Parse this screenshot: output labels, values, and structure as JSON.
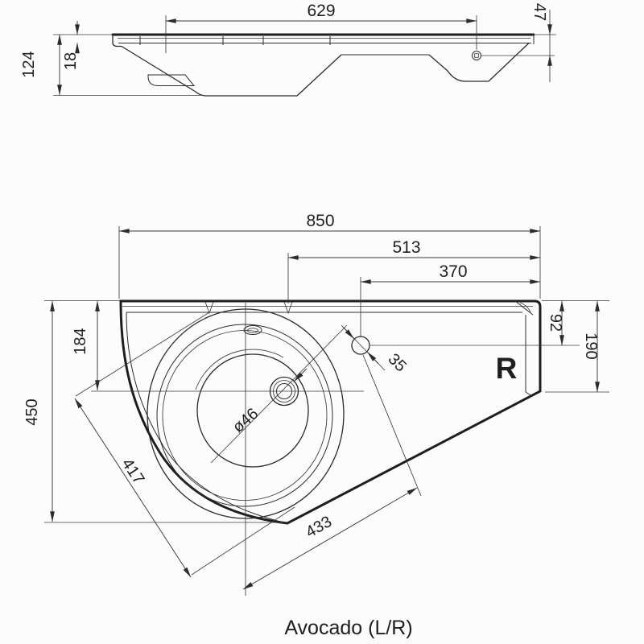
{
  "title": "Avocado (L/R)",
  "colors": {
    "background": "#fcfcfc",
    "line": "#2b2b2b",
    "text": "#1f1f1f"
  },
  "side_view": {
    "view_name": "front-elevation",
    "dimensions": {
      "top_width": "629",
      "right_height": "47",
      "overall_height": "124",
      "deck_thickness": "18"
    }
  },
  "plan_view": {
    "view_name": "top-plan",
    "orientation_label": "R",
    "dimensions": {
      "overall_width": "850",
      "right_span": "513",
      "tap_hole_offset": "370",
      "tap_hole_from_top": "92",
      "right_edge_depth": "190",
      "drain_from_top": "184",
      "tap_hole_diameter": "35",
      "drain_diameter": "ø46",
      "overall_depth": "450",
      "bowl_diameter": "417",
      "front_edge_length": "433"
    }
  }
}
